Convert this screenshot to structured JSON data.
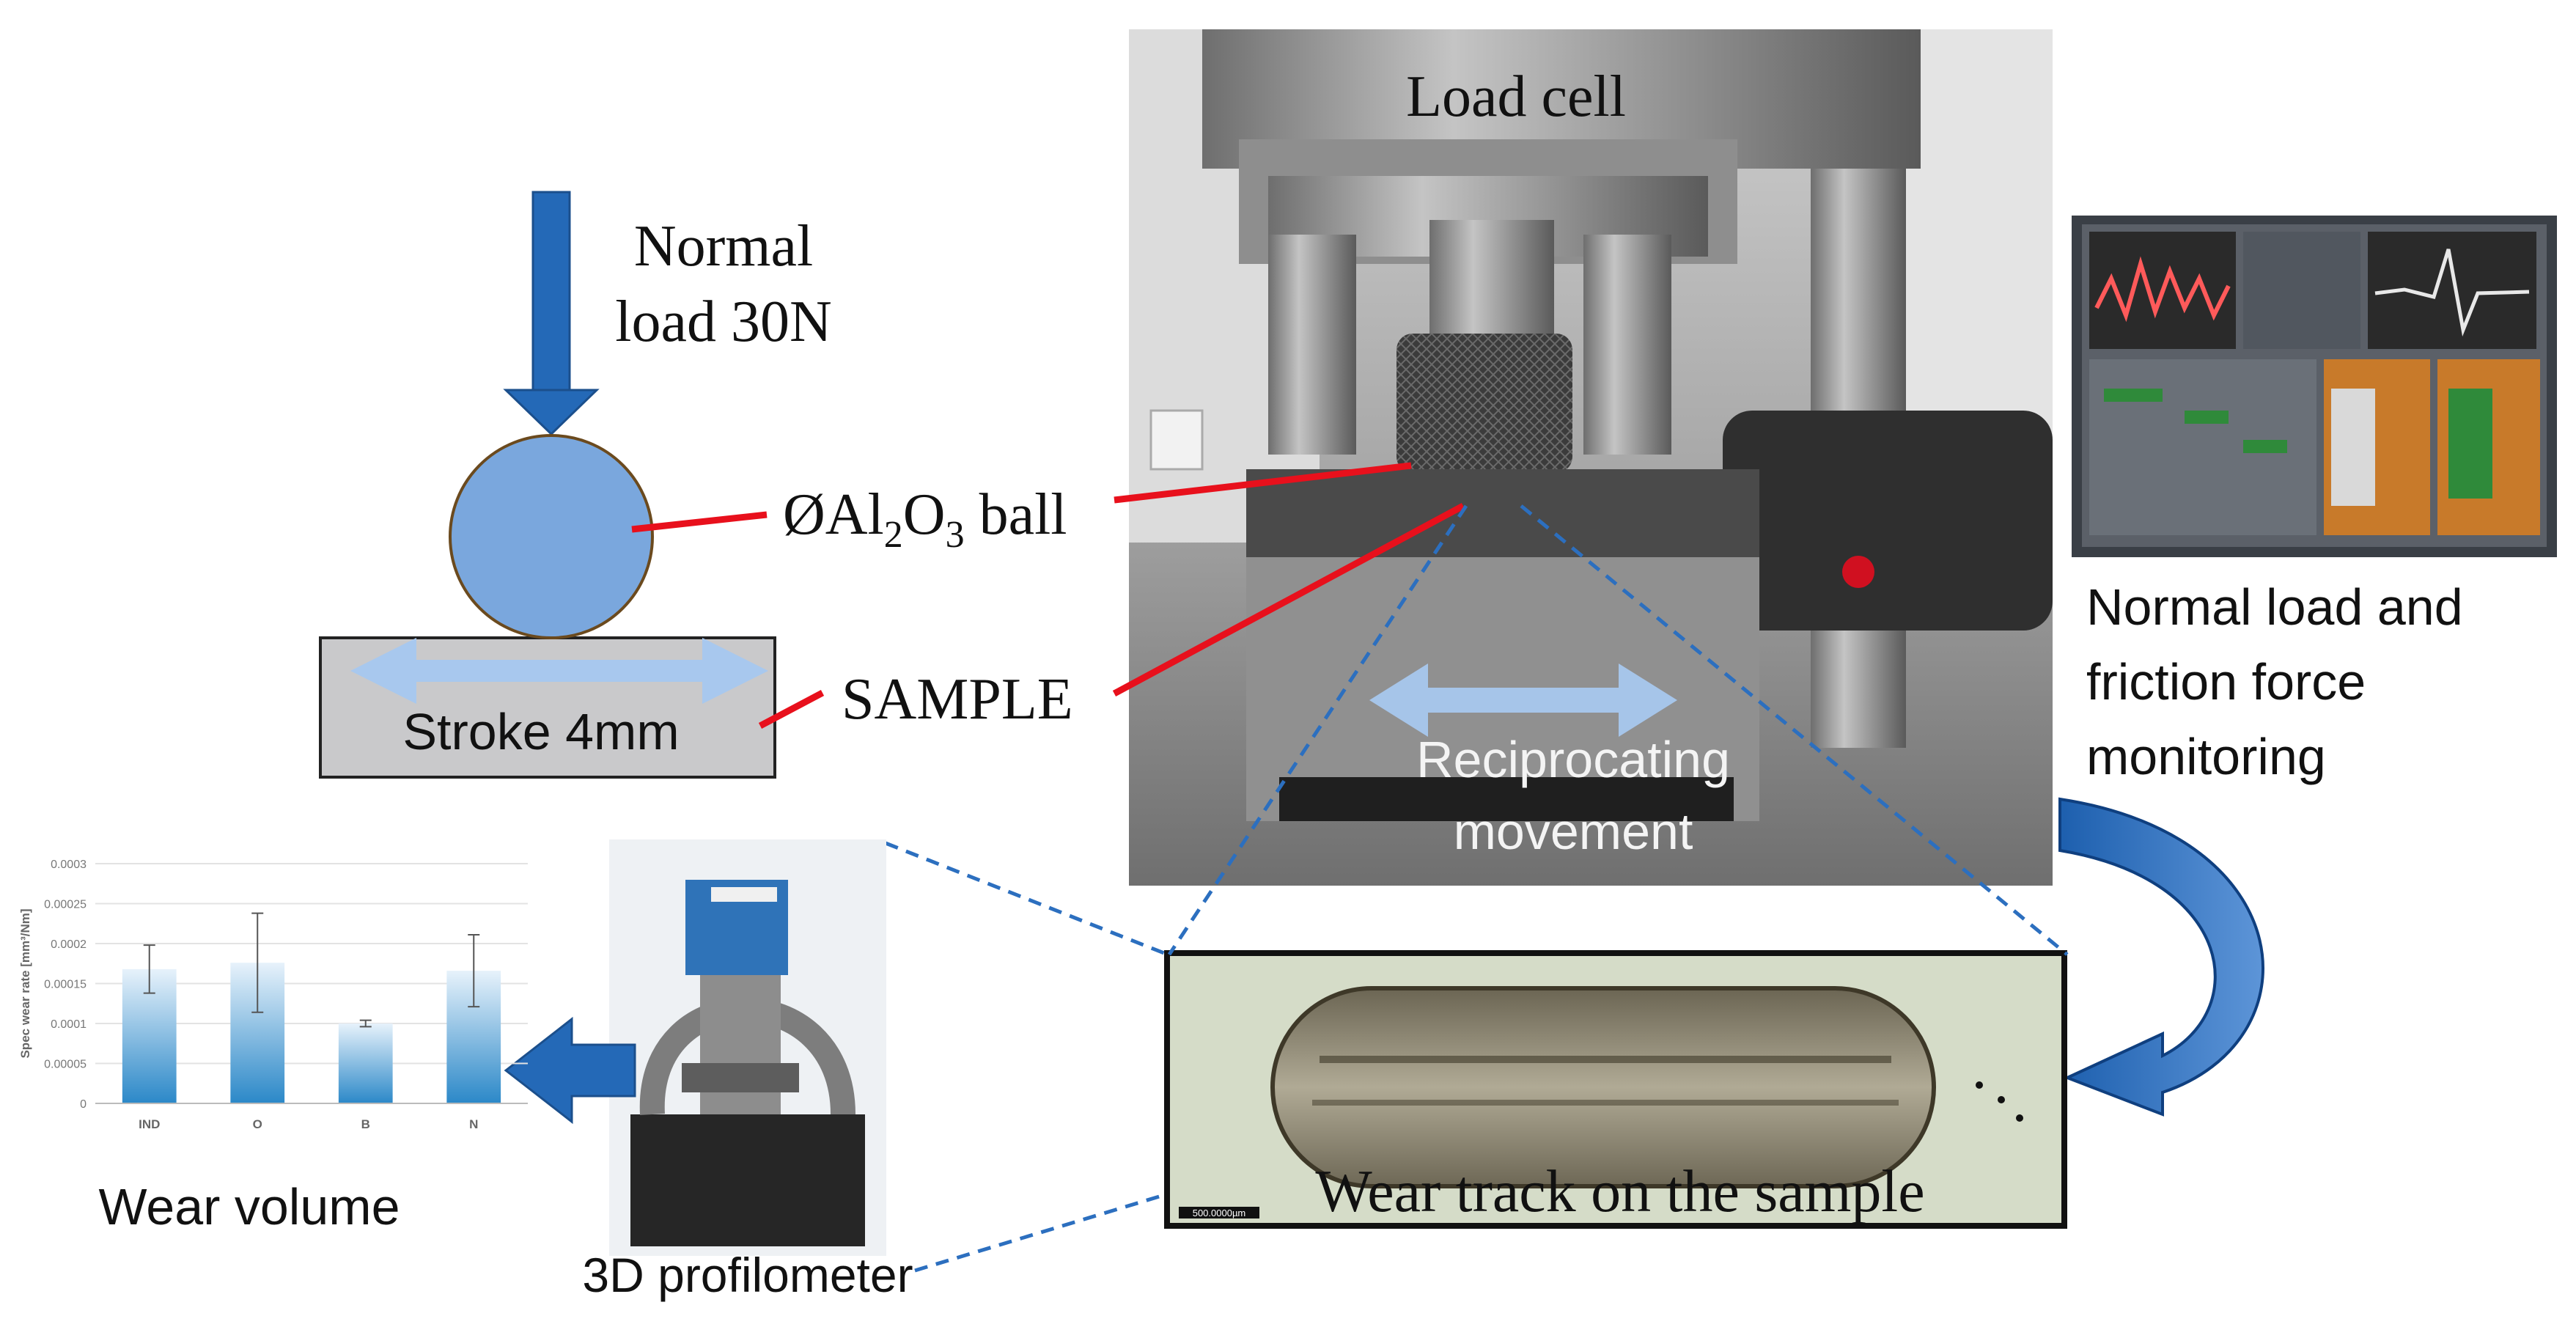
{
  "labels": {
    "normal_load_line1": "Normal",
    "normal_load_line2": "load 30N",
    "ball_prefix": "ØAl",
    "ball_sub1": "2",
    "ball_mid": "O",
    "ball_sub2": "3",
    "ball_suffix": " ball",
    "sample": "SAMPLE",
    "stroke": "Stroke 4mm",
    "load_cell": "Load cell",
    "reciprocating_line1": "Reciprocating",
    "reciprocating_line2": "movement",
    "monitoring_line1": "Normal load and",
    "monitoring_line2": "friction force",
    "monitoring_line3": "monitoring",
    "wear_track": "Wear track on the sample",
    "profilometer": "3D profilometer",
    "wear_volume": "Wear volume",
    "scale_bar": "500.0000µm"
  },
  "colors": {
    "arrow_blue": "#2469b7",
    "ball_fill": "#7aa7dd",
    "sample_fill": "#c9c9cb",
    "light_arrow": "#a8c8ee",
    "red_line": "#e8101c",
    "dash_blue": "#2c6fbf"
  },
  "chart_data": {
    "type": "bar",
    "categories": [
      "IND",
      "O",
      "B",
      "N"
    ],
    "values": [
      0.000168,
      0.000176,
      0.0001,
      0.000166
    ],
    "errors": [
      3e-05,
      6.2e-05,
      4e-06,
      4.5e-05
    ],
    "ylabel": "Spec wear rate [mm³/Nm]",
    "ylim": [
      0,
      0.0003
    ],
    "yticks": [
      "0",
      "0.00005",
      "0.0001",
      "0.00015",
      "0.0002",
      "0.00025",
      "0.0003"
    ],
    "grid": true
  }
}
